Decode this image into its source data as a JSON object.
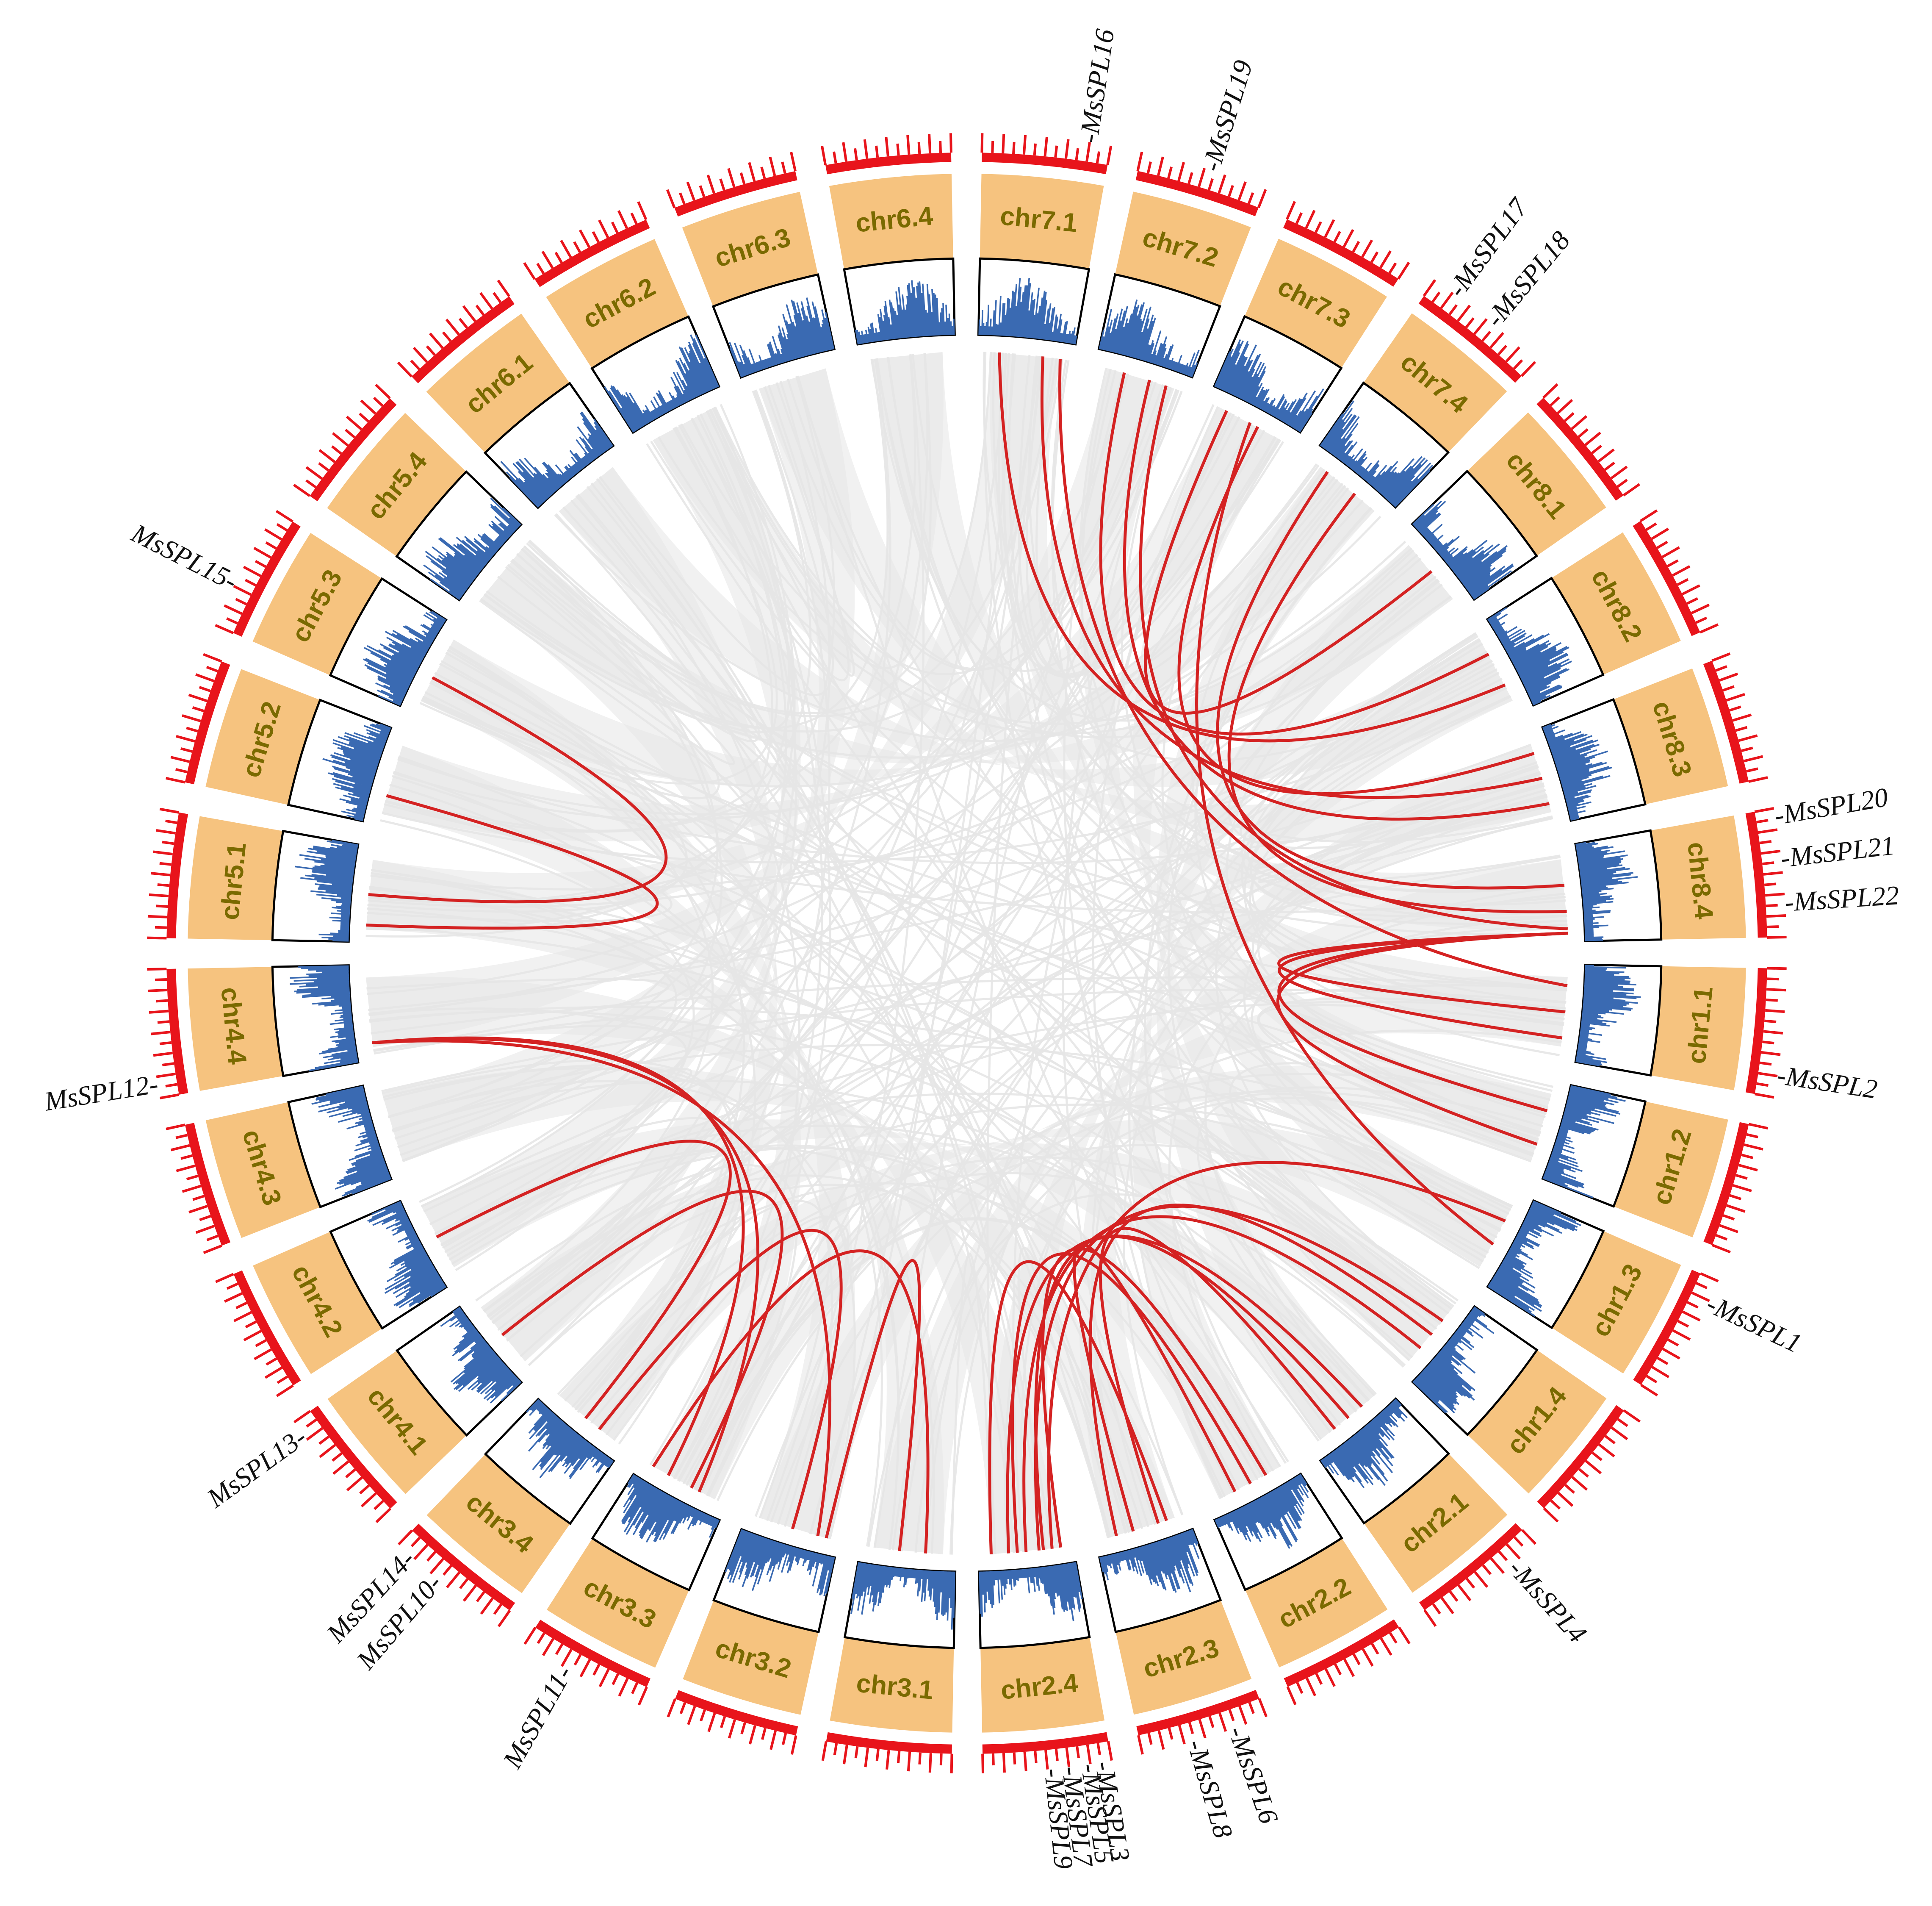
{
  "colors": {
    "ideogram_fill": "#f6c37f",
    "tick": "#e8141b",
    "density": "#3a6ab2",
    "synteny_background": "#e6e6e6",
    "synteny_highlight": "#d42222",
    "chr_label": "#7a6a00"
  },
  "chromosomes": [
    {
      "id": "chr1.1",
      "label": "chr1.1"
    },
    {
      "id": "chr1.2",
      "label": "chr1.2"
    },
    {
      "id": "chr1.3",
      "label": "chr1.3"
    },
    {
      "id": "chr1.4",
      "label": "chr1.4"
    },
    {
      "id": "chr2.1",
      "label": "chr2.1"
    },
    {
      "id": "chr2.2",
      "label": "chr2.2"
    },
    {
      "id": "chr2.3",
      "label": "chr2.3"
    },
    {
      "id": "chr2.4",
      "label": "chr2.4"
    },
    {
      "id": "chr3.1",
      "label": "chr3.1"
    },
    {
      "id": "chr3.2",
      "label": "chr3.2"
    },
    {
      "id": "chr3.3",
      "label": "chr3.3"
    },
    {
      "id": "chr3.4",
      "label": "chr3.4"
    },
    {
      "id": "chr4.1",
      "label": "chr4.1"
    },
    {
      "id": "chr4.2",
      "label": "chr4.2"
    },
    {
      "id": "chr4.3",
      "label": "chr4.3"
    },
    {
      "id": "chr4.4",
      "label": "chr4.4"
    },
    {
      "id": "chr5.1",
      "label": "chr5.1"
    },
    {
      "id": "chr5.2",
      "label": "chr5.2"
    },
    {
      "id": "chr5.3",
      "label": "chr5.3"
    },
    {
      "id": "chr5.4",
      "label": "chr5.4"
    },
    {
      "id": "chr6.1",
      "label": "chr6.1"
    },
    {
      "id": "chr6.2",
      "label": "chr6.2"
    },
    {
      "id": "chr6.3",
      "label": "chr6.3"
    },
    {
      "id": "chr6.4",
      "label": "chr6.4"
    },
    {
      "id": "chr7.1",
      "label": "chr7.1"
    },
    {
      "id": "chr7.2",
      "label": "chr7.2"
    },
    {
      "id": "chr7.3",
      "label": "chr7.3"
    },
    {
      "id": "chr7.4",
      "label": "chr7.4"
    },
    {
      "id": "chr8.1",
      "label": "chr8.1"
    },
    {
      "id": "chr8.2",
      "label": "chr8.2"
    },
    {
      "id": "chr8.3",
      "label": "chr8.3"
    },
    {
      "id": "chr8.4",
      "label": "chr8.4"
    }
  ],
  "genes": [
    {
      "label": "MsSPL1",
      "chr": "chr1.3",
      "pos": 0.15
    },
    {
      "label": "MsSPL2",
      "chr": "chr1.1",
      "pos": 0.85
    },
    {
      "label": "MsSPL3",
      "chr": "chr2.4",
      "pos": 0.02
    },
    {
      "label": "MsSPL4",
      "chr": "chr2.1",
      "pos": 0.2
    },
    {
      "label": "MsSPL5",
      "chr": "chr2.4",
      "pos": 0.14
    },
    {
      "label": "MsSPL6",
      "chr": "chr2.3",
      "pos": 0.22
    },
    {
      "label": "MsSPL7",
      "chr": "chr2.4",
      "pos": 0.3
    },
    {
      "label": "MsSPL8",
      "chr": "chr2.3",
      "pos": 0.58
    },
    {
      "label": "MsSPL9",
      "chr": "chr2.4",
      "pos": 0.45
    },
    {
      "label": "MsSPL10",
      "chr": "chr3.4",
      "pos": 0.62
    },
    {
      "label": "MsSPL11",
      "chr": "chr3.3",
      "pos": 0.65
    },
    {
      "label": "MsSPL12",
      "chr": "chr4.4",
      "pos": 0.08
    },
    {
      "label": "MsSPL13",
      "chr": "chr4.1",
      "pos": 0.92
    },
    {
      "label": "MsSPL14",
      "chr": "chr3.4",
      "pos": 0.92
    },
    {
      "label": "MsSPL15",
      "chr": "chr5.3",
      "pos": 0.35
    },
    {
      "label": "MsSPL16",
      "chr": "chr7.1",
      "pos": 0.85
    },
    {
      "label": "MsSPL17",
      "chr": "chr7.4",
      "pos": 0.15
    },
    {
      "label": "MsSPL18",
      "chr": "chr7.4",
      "pos": 0.55
    },
    {
      "label": "MsSPL19",
      "chr": "chr7.2",
      "pos": 0.55
    },
    {
      "label": "MsSPL20",
      "chr": "chr8.4",
      "pos": 0.02
    },
    {
      "label": "MsSPL21",
      "chr": "chr8.4",
      "pos": 0.38
    },
    {
      "label": "MsSPL22",
      "chr": "chr8.4",
      "pos": 0.75
    }
  ],
  "highlight_links": [
    [
      "chr5.3",
      0.4,
      "chr5.1",
      0.5
    ],
    [
      "chr5.2",
      0.3,
      "chr5.1",
      0.15
    ],
    [
      "chr4.4",
      0.15,
      "chr3.3",
      0.7
    ],
    [
      "chr4.4",
      0.15,
      "chr3.2",
      0.2
    ],
    [
      "chr4.4",
      0.15,
      "chr3.3",
      0.3
    ],
    [
      "chr4.2",
      0.5,
      "chr3.4",
      0.5
    ],
    [
      "chr4.1",
      0.5,
      "chr3.3",
      0.4
    ],
    [
      "chr3.4",
      0.3,
      "chr3.2",
      0.5
    ],
    [
      "chr3.3",
      0.9,
      "chr3.1",
      0.3
    ],
    [
      "chr3.2",
      0.1,
      "chr3.1",
      0.6
    ],
    [
      "chr7.1",
      0.2,
      "chr8.2",
      0.7
    ],
    [
      "chr7.1",
      0.7,
      "chr8.3",
      0.5
    ],
    [
      "chr7.2",
      0.3,
      "chr8.2",
      0.3
    ],
    [
      "chr7.2",
      0.6,
      "chr8.3",
      0.8
    ],
    [
      "chr7.3",
      0.2,
      "chr8.1",
      0.5
    ],
    [
      "chr7.3",
      0.6,
      "chr8.3",
      0.2
    ],
    [
      "chr7.4",
      0.2,
      "chr8.4",
      0.4
    ],
    [
      "chr7.4",
      0.6,
      "chr8.4",
      0.7
    ],
    [
      "chr7.2",
      0.8,
      "chr8.4",
      0.9
    ],
    [
      "chr7.1",
      0.9,
      "chr1.1",
      0.2
    ],
    [
      "chr7.3",
      0.5,
      "chr1.3",
      0.6
    ],
    [
      "chr8.4",
      0.95,
      "chr1.1",
      0.8
    ],
    [
      "chr8.4",
      0.95,
      "chr1.1",
      0.5
    ],
    [
      "chr8.4",
      0.95,
      "chr1.2",
      0.3
    ],
    [
      "chr8.4",
      0.95,
      "chr1.2",
      0.7
    ],
    [
      "chr1.3",
      0.3,
      "chr2.4",
      0.2
    ],
    [
      "chr1.4",
      0.3,
      "chr2.4",
      0.35
    ],
    [
      "chr1.4",
      0.7,
      "chr2.4",
      0.5
    ],
    [
      "chr2.1",
      0.3,
      "chr2.4",
      0.7
    ],
    [
      "chr2.1",
      0.7,
      "chr2.3",
      0.3
    ],
    [
      "chr2.2",
      0.3,
      "chr2.4",
      0.1
    ],
    [
      "chr2.2",
      0.7,
      "chr2.3",
      0.6
    ],
    [
      "chr2.3",
      0.2,
      "chr2.4",
      0.9
    ],
    [
      "chr2.1",
      0.5,
      "chr2.4",
      0.3
    ],
    [
      "chr1.4",
      0.5,
      "chr2.3",
      0.8
    ],
    [
      "chr2.2",
      0.5,
      "chr2.4",
      0.6
    ]
  ]
}
